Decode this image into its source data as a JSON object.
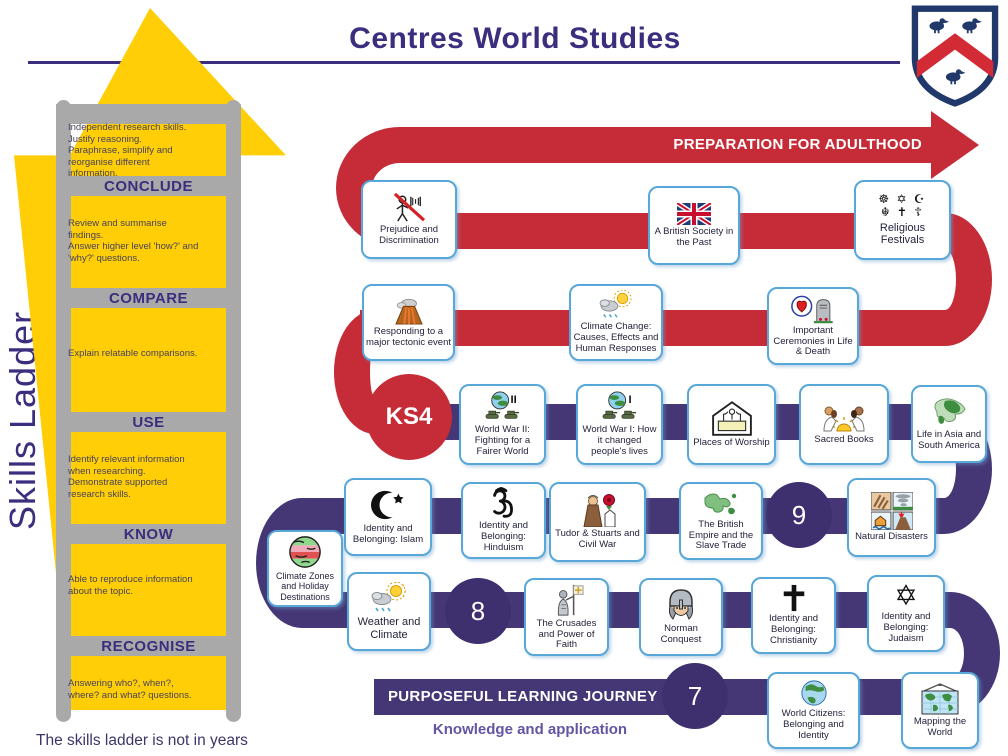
{
  "header": {
    "title": "Centres World Studies",
    "crest_icon": "school-crest-three-ducks-red-chevron"
  },
  "skills_ladder": {
    "vertical_label": "Skills Ladder",
    "footnote": "The skills ladder is not in years",
    "rung_labels": [
      "CONCLUDE",
      "COMPARE",
      "USE",
      "KNOW",
      "RECOGNISE"
    ],
    "descriptions": [
      "Independent research skills.\nJustify reasoning.\nParaphrase, simplify and\nreorganise different\ninformation.",
      "Review and summarise\nfindings.\nAnswer higher level 'how?' and\n'why?' questions.",
      "Explain relatable comparisons.",
      "Identify relevant information\nwhen researching.\nDemonstrate supported\nresearch skills.",
      "Able to reproduce information\nabout the topic.",
      "Answering who?, when?,\nwhere? and what? questions."
    ]
  },
  "journey": {
    "preparation_banner": "PREPARATION FOR ADULTHOOD",
    "learning_banner": "PURPOSEFUL LEARNING JOURNEY",
    "subtitle": "Knowledge and application",
    "key_stage": "KS4",
    "years": [
      "9",
      "8",
      "7"
    ],
    "religious_symbols": {
      "line1": "☸ ✡ ☪",
      "line2": "☬ ✝ ☦"
    },
    "cards": [
      {
        "label": "Prejudice and Discrimination",
        "icon": "ban-person-icon"
      },
      {
        "label": "A British Society in the Past",
        "icon": "union-jack-icon"
      },
      {
        "label": "Religious Festivals",
        "icon": "religious-symbols-icon"
      },
      {
        "label": "Responding to a major tectonic event",
        "icon": "volcano-icon"
      },
      {
        "label": "Climate Change: Causes, Effects and Human Responses",
        "icon": "sun-cloud-icon"
      },
      {
        "label": "Important Ceremonies in Life & Death",
        "icon": "heart-gravestone-icon"
      },
      {
        "label": "World War II: Fighting for a Fairer World",
        "icon": "globe-tanks-ww2-icon"
      },
      {
        "label": "World War I: How it changed people's lives",
        "icon": "globe-tanks-ww1-icon"
      },
      {
        "label": "Places of Worship",
        "icon": "worship-house-icon"
      },
      {
        "label": "Sacred Books",
        "icon": "sacred-books-icon"
      },
      {
        "label": "Life in Asia and South America",
        "icon": "asia-map-icon"
      },
      {
        "label": "Identity and Belonging: Islam",
        "icon": "crescent-star-icon"
      },
      {
        "label": "Identity and Belonging: Hinduism",
        "icon": "om-icon"
      },
      {
        "label": "Tudor & Stuarts and Civil War",
        "icon": "tudor-figure-rose-icon"
      },
      {
        "label": "The British Empire and the Slave Trade",
        "icon": "empire-map-icon"
      },
      {
        "label": "Natural Disasters",
        "icon": "disasters-grid-icon"
      },
      {
        "label": "Climate Zones and Holiday Destinations",
        "icon": "climate-zones-globe-icon"
      },
      {
        "label": "Weather and Climate",
        "icon": "weather-sun-cloud-icon"
      },
      {
        "label": "The Crusades and Power of Faith",
        "icon": "crusader-flag-icon"
      },
      {
        "label": "Norman Conquest",
        "icon": "norman-helmet-icon"
      },
      {
        "label": "Identity and Belonging: Christianity",
        "icon": "cross-icon"
      },
      {
        "label": "Identity and Belonging: Judaism",
        "icon": "star-of-david-icon"
      },
      {
        "label": "World Citizens: Belonging and Identity",
        "icon": "globe-icon"
      },
      {
        "label": "Mapping the World",
        "icon": "wall-map-icon"
      }
    ]
  },
  "colors": {
    "red": "#C62B38",
    "purple": "#453776",
    "purple_dark": "#3E2F6F",
    "navy": "#3B2E7E",
    "yellow": "#FFCE06",
    "ladder_gray": "#A9A9A9",
    "card_border": "#57A7D8"
  }
}
